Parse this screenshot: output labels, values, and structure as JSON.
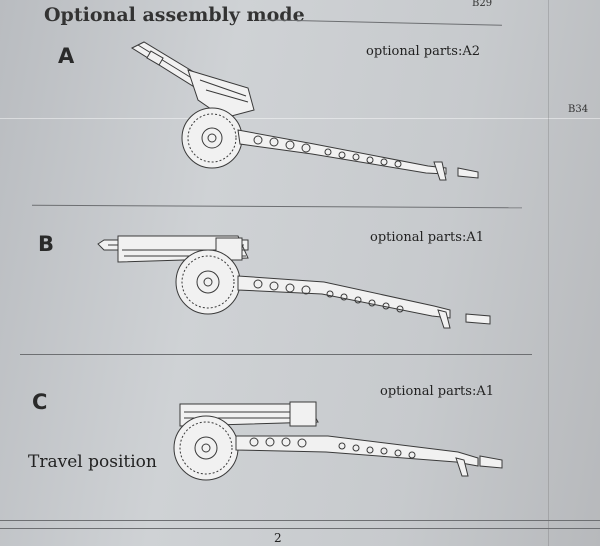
{
  "header": {
    "title": "Optional assembly mode",
    "corner_label_top": "B29",
    "corner_label_right": "B34"
  },
  "sections": [
    {
      "letter": "A",
      "optional_parts": "optional parts:A2",
      "caption": ""
    },
    {
      "letter": "B",
      "optional_parts": "optional parts:A1",
      "caption": ""
    },
    {
      "letter": "C",
      "optional_parts": "optional parts:A1",
      "caption": "Travel position"
    }
  ],
  "footer": {
    "page_number": "2"
  },
  "colors": {
    "paper": "#cfd2d5",
    "ink": "#3a3a3a"
  }
}
